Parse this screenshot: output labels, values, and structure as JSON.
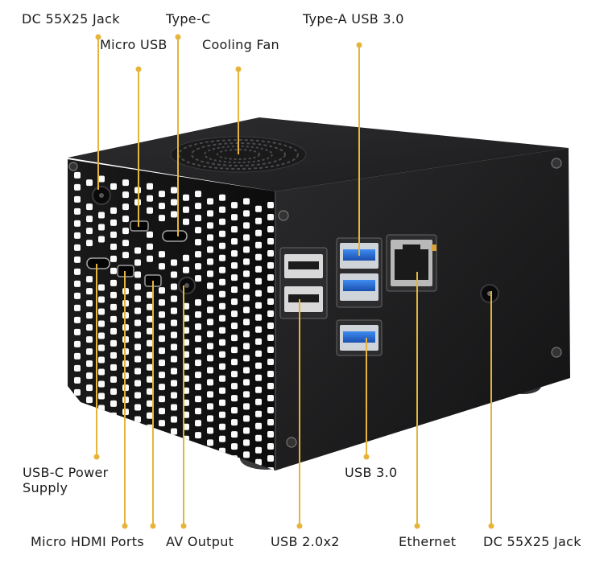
{
  "colors": {
    "leader": "#e6b43a",
    "case": "#141414",
    "usb3": "#1f63c8",
    "background": "#ffffff"
  },
  "labels": {
    "dc_jack_top": "DC 55X25 Jack",
    "type_c": "Type-C",
    "type_a_usb3": "Type-A USB 3.0",
    "micro_usb": "Micro USB",
    "cooling_fan": "Cooling Fan",
    "usb_c_power": "USB-C Power Supply",
    "usb_3": "USB 3.0",
    "micro_hdmi": "Micro HDMI Ports",
    "av_output": "AV Output",
    "usb_2x2": "USB 2.0x2",
    "ethernet": "Ethernet",
    "dc_jack_right": "DC 55X25 Jack"
  }
}
